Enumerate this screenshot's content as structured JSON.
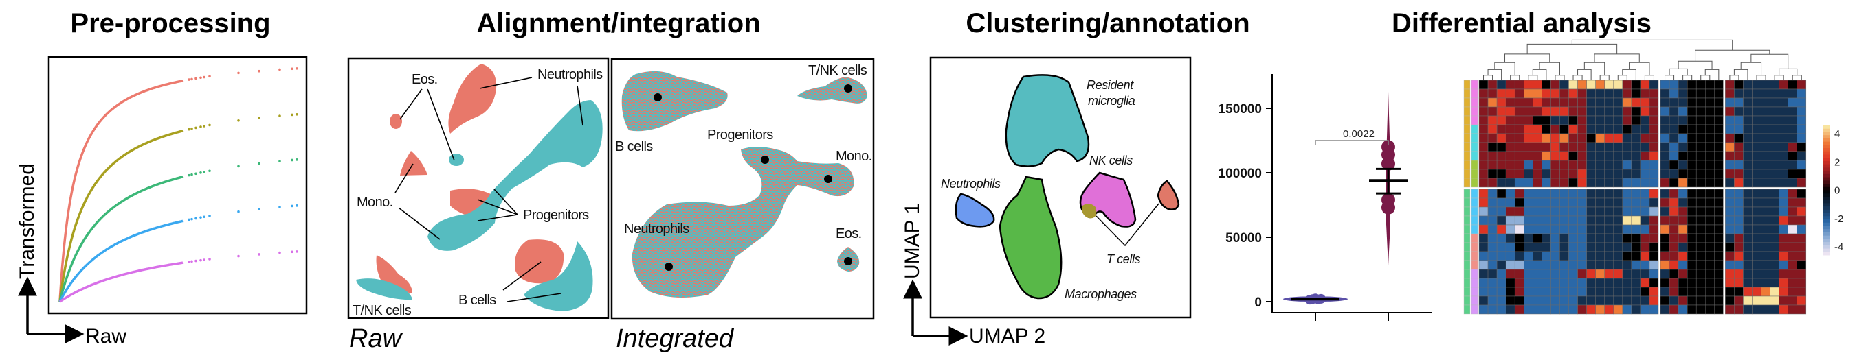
{
  "titles": {
    "preprocessing": "Pre-processing",
    "alignment": "Alignment/integration",
    "clustering": "Clustering/annotation",
    "differential": "Differential analysis"
  },
  "preprocessing": {
    "y_axis_label": "Transformed",
    "x_axis_label": "Raw",
    "curve_colors": [
      "#ec7a6e",
      "#a8a020",
      "#3cb878",
      "#3aa8f0",
      "#d870e8"
    ]
  },
  "alignment": {
    "raw_caption": "Raw",
    "integrated_caption": "Integrated",
    "colors": {
      "batch_a": "#e8786a",
      "batch_b": "#56bcc0"
    },
    "raw_labels": [
      "Eos.",
      "Neutrophils",
      "Mono.",
      "Progenitors",
      "B cells",
      "T/NK cells"
    ],
    "integrated_labels": [
      "T/NK cells",
      "B cells",
      "Progenitors",
      "Mono.",
      "Neutrophils",
      "Eos."
    ]
  },
  "clustering": {
    "y_axis_label": "UMAP 1",
    "x_axis_label": "UMAP 2",
    "clusters": [
      {
        "label": "Resident microglia",
        "line1": "Resident",
        "line2": "microglia",
        "color": "#56bcc0"
      },
      {
        "label": "NK cells",
        "color": "#e070d8"
      },
      {
        "label": "Neutrophils",
        "color": "#6d9af0"
      },
      {
        "label": "T cells",
        "color": "#e07868"
      },
      {
        "label": "Macrophages",
        "color": "#58b848"
      }
    ],
    "extra_color": "#a89830"
  },
  "chart_data": [
    {
      "type": "violin",
      "y_ticks": [
        "0",
        "50000",
        "100000",
        "150000"
      ],
      "y_tick_values": [
        0,
        50000,
        100000,
        150000
      ],
      "ylim": [
        -8000,
        175000
      ],
      "groups": [
        {
          "color": "#5b50a8",
          "range": [
            0,
            4000
          ],
          "points": [
            1500,
            2000,
            2500,
            1800,
            2200
          ],
          "mean": 2000
        },
        {
          "color": "#7a1a48",
          "range": [
            28000,
            163000
          ],
          "points": [
            120000,
            114000,
            107000,
            79000,
            73000
          ],
          "mean": 94000,
          "sem": [
            84000,
            103000
          ]
        }
      ],
      "annotation": "0.0022"
    },
    {
      "type": "heatmap",
      "colorbar_ticks": [
        "4",
        "2",
        "0",
        "-2",
        "-4"
      ],
      "colorbar_values": [
        4,
        2,
        0,
        -2,
        -4
      ],
      "value_range": [
        -4,
        4
      ],
      "palette": {
        "-4": "#ece4f2",
        "-3": "#8eaed6",
        "-2": "#2a68a8",
        "-1": "#14304f",
        "0": "#000000",
        "1": "#861820",
        "2": "#de3424",
        "3": "#ef7a36",
        "4": "#f8e4a0"
      },
      "column_blocks": [
        20,
        7,
        9
      ],
      "row_blocks": [
        12,
        14
      ],
      "row_annotation_1": [
        "#e0b030",
        "#e0b030",
        "#e0b030",
        "#e0b030",
        "#e0b030",
        "#e0b030",
        "#e0b030",
        "#e0b030",
        "#e0b030",
        "#e0b030",
        "#e0b030",
        "#e0b030",
        "#5ad08a",
        "#5ad08a",
        "#5ad08a",
        "#5ad08a",
        "#5ad08a",
        "#5ad08a",
        "#5ad08a",
        "#5ad08a",
        "#5ad08a",
        "#5ad08a",
        "#5ad08a",
        "#5ad08a",
        "#5ad08a",
        "#5ad08a"
      ],
      "row_annotation_2": [
        "#ee80e8",
        "#ee80e8",
        "#ee80e8",
        "#ee80e8",
        "#ee80e8",
        "#50d8e0",
        "#50d8e0",
        "#50d8e0",
        "#50d8e0",
        "#a0c840",
        "#a0c840",
        "#a0c840",
        "#50c8f8",
        "#50c8f8",
        "#50c8f8",
        "#50c8f8",
        "#50c8f8",
        "#f09088",
        "#f09088",
        "#f09088",
        "#f09088",
        "#d898f8",
        "#d898f8",
        "#d898f8",
        "#d898f8",
        "#d898f8"
      ],
      "matrix": [
        [
          0,
          1,
          -1,
          1,
          1,
          2,
          2,
          0,
          1,
          -1,
          4,
          3,
          4,
          3,
          4,
          4,
          1,
          0,
          2,
          -1,
          -2,
          -2,
          -1,
          0,
          0,
          0,
          0,
          1,
          0,
          -1,
          -1,
          -1,
          -1,
          1,
          0,
          1
        ],
        [
          1,
          1,
          2,
          2,
          1,
          3,
          3,
          2,
          2,
          1,
          2,
          1,
          -1,
          -1,
          -1,
          -1,
          1,
          0,
          1,
          1,
          -1,
          -2,
          -1,
          0,
          0,
          0,
          0,
          1,
          -1,
          -1,
          -1,
          -1,
          -1,
          -1,
          -1,
          -2
        ],
        [
          1,
          3,
          2,
          1,
          1,
          1,
          2,
          1,
          1,
          1,
          1,
          1,
          -1,
          -1,
          -1,
          -1,
          3,
          2,
          2,
          1,
          -1,
          -1,
          -1,
          0,
          0,
          0,
          0,
          -2,
          -2,
          -1,
          -1,
          -1,
          -1,
          -1,
          -2,
          -2
        ],
        [
          1,
          1,
          2,
          2,
          1,
          1,
          1,
          2,
          2,
          2,
          1,
          1,
          -1,
          -1,
          -1,
          -1,
          1,
          0,
          2,
          1,
          -2,
          -1,
          -2,
          0,
          0,
          0,
          0,
          1,
          -1,
          -1,
          -1,
          -1,
          -1,
          -1,
          -1,
          -2
        ],
        [
          1,
          2,
          2,
          1,
          1,
          1,
          0,
          0,
          -1,
          -1,
          0,
          1,
          -1,
          -1,
          -1,
          -1,
          1,
          0,
          -1,
          1,
          -1,
          -1,
          -1,
          0,
          0,
          0,
          0,
          -2,
          -2,
          -1,
          -1,
          -1,
          -1,
          -1,
          -1,
          -2
        ],
        [
          1,
          2,
          1,
          1,
          1,
          2,
          2,
          0,
          1,
          0,
          2,
          1,
          -1,
          -1,
          -1,
          -1,
          0,
          -1,
          -1,
          1,
          -1,
          -1,
          0,
          0,
          0,
          0,
          0,
          -2,
          -2,
          -1,
          -1,
          -1,
          -1,
          -1,
          -1,
          -2
        ],
        [
          1,
          1,
          2,
          1,
          1,
          2,
          2,
          3,
          2,
          3,
          1,
          1,
          0,
          3,
          2,
          2,
          -1,
          -1,
          1,
          1,
          -2,
          -1,
          -2,
          0,
          0,
          0,
          0,
          1,
          0,
          -1,
          -1,
          -1,
          -1,
          -1,
          -1,
          -2
        ],
        [
          1,
          0,
          0,
          1,
          1,
          1,
          1,
          1,
          2,
          1,
          1,
          1,
          -1,
          -1,
          -1,
          -1,
          -1,
          -1,
          -1,
          1,
          -1,
          -2,
          -1,
          0,
          0,
          0,
          0,
          3,
          1,
          -1,
          -1,
          -1,
          -1,
          -1,
          1,
          0
        ],
        [
          1,
          1,
          1,
          1,
          1,
          1,
          1,
          3,
          2,
          2,
          0,
          1,
          -1,
          -1,
          -1,
          -1,
          -1,
          -1,
          1,
          2,
          -1,
          -2,
          0,
          0,
          0,
          0,
          0,
          1,
          1,
          -1,
          -1,
          -1,
          -1,
          -1,
          0,
          -1
        ],
        [
          1,
          1,
          1,
          1,
          1,
          -2,
          1,
          -2,
          1,
          1,
          1,
          1,
          -1,
          -1,
          -1,
          -1,
          -2,
          -1,
          -2,
          -2,
          -1,
          0,
          -1,
          0,
          0,
          0,
          0,
          -2,
          -2,
          -1,
          -1,
          -1,
          -1,
          -1,
          -1,
          -2
        ],
        [
          1,
          0,
          0,
          1,
          1,
          -1,
          1,
          -1,
          1,
          1,
          1,
          2,
          -1,
          -1,
          -1,
          -1,
          -1,
          -1,
          -2,
          -2,
          -1,
          -1,
          0,
          0,
          0,
          0,
          0,
          1,
          1,
          -1,
          -1,
          -1,
          -1,
          -1,
          0,
          0
        ],
        [
          1,
          1,
          -1,
          -1,
          -2,
          -2,
          1,
          -2,
          1,
          1,
          0,
          2,
          -1,
          -1,
          -1,
          -1,
          -2,
          -2,
          -2,
          -2,
          1,
          0,
          3,
          0,
          0,
          0,
          0,
          -1,
          2,
          -1,
          -1,
          -1,
          -1,
          -1,
          -1,
          1
        ],
        [
          2,
          -2,
          0,
          -2,
          1,
          -2,
          -2,
          -2,
          -2,
          -2,
          -2,
          -2,
          -1,
          -1,
          -1,
          -1,
          -2,
          -2,
          -2,
          2,
          -1,
          1,
          -2,
          0,
          0,
          0,
          0,
          -2,
          -2,
          -1,
          -1,
          -1,
          -1,
          -2,
          1,
          0
        ],
        [
          2,
          -2,
          -2,
          -2,
          0,
          -2,
          -2,
          -2,
          -2,
          -2,
          -2,
          -2,
          -1,
          -1,
          -1,
          -1,
          -2,
          -2,
          -2,
          -1,
          1,
          2,
          -1,
          0,
          0,
          0,
          0,
          -2,
          -2,
          -1,
          -1,
          -1,
          -1,
          -2,
          1,
          1
        ],
        [
          -3,
          -2,
          -2,
          1,
          1,
          -2,
          -2,
          -2,
          -2,
          -2,
          -2,
          -2,
          -1,
          -1,
          -1,
          -1,
          -2,
          -2,
          -2,
          -3,
          -1,
          2,
          1,
          0,
          0,
          0,
          0,
          -2,
          -2,
          -1,
          -1,
          -1,
          -1,
          -2,
          1,
          2
        ],
        [
          -2,
          -2,
          -1,
          -3,
          -3,
          -2,
          -2,
          -2,
          -2,
          -2,
          -2,
          -2,
          -1,
          -1,
          -1,
          -1,
          4,
          4,
          -1,
          1,
          1,
          1,
          1,
          0,
          0,
          0,
          0,
          -2,
          -2,
          -1,
          -1,
          -1,
          -1,
          2,
          1,
          1
        ],
        [
          2,
          -2,
          2,
          -3,
          -4,
          -2,
          -2,
          -2,
          -2,
          -2,
          -2,
          -2,
          -1,
          -1,
          -1,
          -1,
          -2,
          -2,
          -2,
          1,
          3,
          1,
          3,
          0,
          0,
          0,
          0,
          -2,
          -2,
          -1,
          -1,
          -1,
          -1,
          -2,
          -4,
          -2
        ],
        [
          -1,
          -2,
          -2,
          -1,
          0,
          -1,
          0,
          -1,
          -2,
          -1,
          -2,
          -2,
          -1,
          -1,
          -1,
          -1,
          0,
          0,
          1,
          1,
          0,
          1,
          1,
          0,
          0,
          0,
          0,
          -1,
          1,
          -1,
          -1,
          -1,
          -1,
          1,
          1,
          1
        ],
        [
          -1,
          -2,
          -2,
          -2,
          0,
          -1,
          -1,
          -1,
          -2,
          -1,
          -2,
          -2,
          -1,
          -1,
          -1,
          -1,
          -1,
          0,
          1,
          0,
          0,
          1,
          -1,
          0,
          0,
          0,
          0,
          0,
          1,
          -1,
          -1,
          -1,
          -1,
          1,
          1,
          1
        ],
        [
          -2,
          -2,
          -2,
          -2,
          -1,
          -2,
          -1,
          -2,
          -2,
          -1,
          -2,
          -2,
          -1,
          -1,
          -1,
          -1,
          0,
          0,
          2,
          0,
          1,
          1,
          2,
          0,
          0,
          0,
          0,
          1,
          2,
          -1,
          -1,
          -1,
          -1,
          2,
          1,
          1
        ],
        [
          -3,
          -2,
          -1,
          -3,
          -3,
          -2,
          -2,
          -2,
          -2,
          -2,
          -2,
          -2,
          -1,
          -1,
          -1,
          -1,
          -1,
          -2,
          -2,
          -3,
          3,
          2,
          -2,
          0,
          0,
          0,
          0,
          -2,
          -2,
          -1,
          -1,
          -1,
          -1,
          -2,
          1,
          0
        ],
        [
          -1,
          -1,
          -2,
          1,
          1,
          -2,
          -2,
          -2,
          -2,
          -2,
          -2,
          1,
          2,
          3,
          2,
          2,
          -1,
          -1,
          -1,
          -2,
          -1,
          0,
          1,
          0,
          0,
          0,
          0,
          2,
          2,
          -1,
          -1,
          -1,
          -1,
          1,
          1,
          1
        ],
        [
          -2,
          -2,
          -2,
          0,
          1,
          -2,
          -2,
          -2,
          -2,
          -2,
          -2,
          -2,
          -1,
          -1,
          -1,
          -1,
          -1,
          -1,
          2,
          0,
          0,
          1,
          0,
          0,
          0,
          0,
          0,
          2,
          2,
          -1,
          -1,
          -1,
          -1,
          2,
          1,
          1
        ],
        [
          -2,
          -2,
          -2,
          0,
          1,
          -2,
          -2,
          -2,
          -2,
          -2,
          -2,
          -2,
          -1,
          -1,
          -1,
          -1,
          -1,
          -1,
          0,
          2,
          -1,
          1,
          0,
          0,
          0,
          0,
          0,
          0,
          0,
          2,
          2,
          3,
          4,
          2,
          1,
          1
        ],
        [
          -1,
          -2,
          -2,
          0,
          0,
          -2,
          -2,
          -2,
          -2,
          -2,
          -2,
          -1,
          -1,
          -1,
          -1,
          -1,
          -1,
          -1,
          -1,
          2,
          0,
          -1,
          1,
          0,
          0,
          0,
          0,
          0,
          1,
          4,
          4,
          4,
          4,
          1,
          1,
          2
        ],
        [
          -2,
          -2,
          -2,
          -1,
          1,
          -2,
          -2,
          -2,
          -2,
          -2,
          -2,
          1,
          2,
          3,
          2,
          3,
          -2,
          -1,
          -2,
          -2,
          -1,
          1,
          -2,
          0,
          0,
          0,
          0,
          1,
          1,
          -1,
          -1,
          -1,
          -1,
          2,
          1,
          1
        ]
      ]
    }
  ]
}
